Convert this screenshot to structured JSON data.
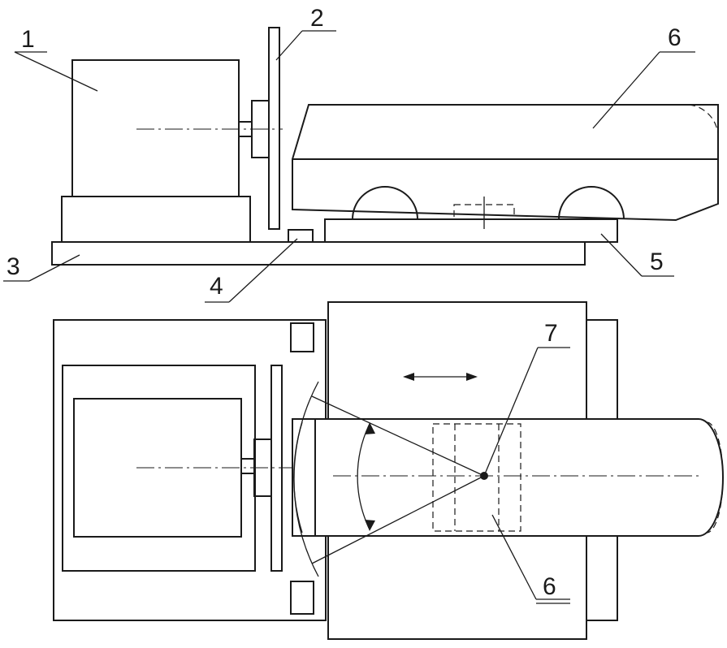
{
  "labels": {
    "l1": "1",
    "l2": "2",
    "l3": "3",
    "l4": "4",
    "l5": "5",
    "l6_top": "6",
    "l6_bottom": "6",
    "l7": "7"
  },
  "colors": {
    "ink": "#1a1a1a",
    "paper": "#ffffff"
  }
}
